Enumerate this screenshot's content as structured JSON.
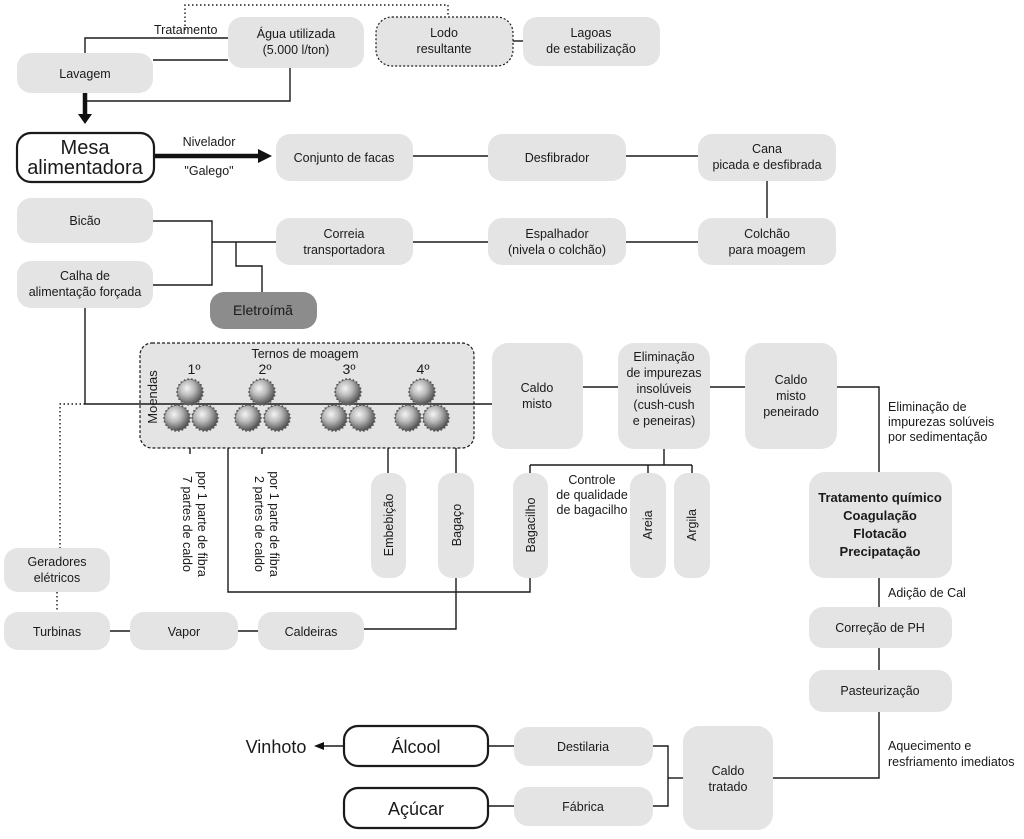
{
  "lavagem": {
    "label": "Lavagem"
  },
  "agua": {
    "lines": [
      "Água utilizada",
      "(5.000 l/ton)"
    ]
  },
  "lodo": {
    "lines": [
      "Lodo",
      "resultante"
    ]
  },
  "lagoas": {
    "lines": [
      "Lagoas",
      "de estabilização"
    ]
  },
  "tratamento_label": "Tratamento",
  "mesa": {
    "lines": [
      "Mesa",
      "alimentadora"
    ]
  },
  "nivelador": {
    "label": "Nivelador",
    "sub": "\"Galego\""
  },
  "facas": {
    "label": "Conjunto de facas"
  },
  "desfibrador": {
    "label": "Desfibrador"
  },
  "cana": {
    "lines": [
      "Cana",
      "picada e desfibrada"
    ]
  },
  "bicao": {
    "label": "Bicão"
  },
  "calha": {
    "lines": [
      "Calha de",
      "alimentação forçada"
    ]
  },
  "eletroima": {
    "label": "Eletroímã"
  },
  "correia": {
    "lines": [
      "Correia",
      "transportadora"
    ]
  },
  "espalhador": {
    "lines": [
      "Espalhador",
      "(nivela o colchão)"
    ]
  },
  "colchao": {
    "lines": [
      "Colchão",
      "para moagem"
    ]
  },
  "ternos": {
    "title": "Ternos de moagem",
    "moendas_label": "Moendas",
    "ordinals": [
      "1º",
      "2º",
      "3º",
      "4º"
    ]
  },
  "caldo_misto": {
    "lines": [
      "Caldo",
      "misto"
    ]
  },
  "eliminacao": {
    "lines": [
      "Eliminação",
      "de impurezas",
      "insolúveis",
      "(cush-cush",
      "e peneiras)"
    ]
  },
  "caldo_peneirado": {
    "lines": [
      "Caldo",
      "misto",
      "peneirado"
    ]
  },
  "elim_soluveis": {
    "lines": [
      "Eliminação de",
      "impurezas solúveis",
      "por sedimentação"
    ]
  },
  "parte7": {
    "lines": [
      "7 partes de caldo",
      "por 1 parte de fibra"
    ]
  },
  "parte2": {
    "lines": [
      "2  partes de caldo",
      "por 1 parte de fibra"
    ]
  },
  "embebicao": {
    "label": "Embebição"
  },
  "bagaco": {
    "label": "Bagaço"
  },
  "bagacilho": {
    "label": "Bagacilho"
  },
  "controle": {
    "lines": [
      "Controle",
      "de qualidade",
      "de bagacilho"
    ]
  },
  "areia": {
    "label": "Areia"
  },
  "argila": {
    "label": "Argila"
  },
  "tratamento_quimico": {
    "lines": [
      "Tratamento químico",
      "Coagulação",
      "Flotacão",
      "Precipatação"
    ]
  },
  "adicao_cal": {
    "label": "Adição de Cal"
  },
  "correcao_ph": {
    "label": "Correção de PH"
  },
  "pasteurizacao": {
    "label": "Pasteurização"
  },
  "aquecimento": {
    "lines": [
      "Aquecimento e",
      "resfriamento imediatos"
    ]
  },
  "geradores": {
    "lines": [
      "Geradores",
      "elétricos"
    ]
  },
  "turbinas": {
    "label": "Turbinas"
  },
  "vapor": {
    "label": "Vapor"
  },
  "caldeiras": {
    "label": "Caldeiras"
  },
  "vinhoto": {
    "label": "Vinhoto"
  },
  "alcool": {
    "label": "Álcool"
  },
  "acucar": {
    "label": "Açúcar"
  },
  "destilaria": {
    "label": "Destilaria"
  },
  "fabrica": {
    "label": "Fábrica"
  },
  "caldo_tratado": {
    "lines": [
      "Caldo",
      "tratado"
    ]
  }
}
